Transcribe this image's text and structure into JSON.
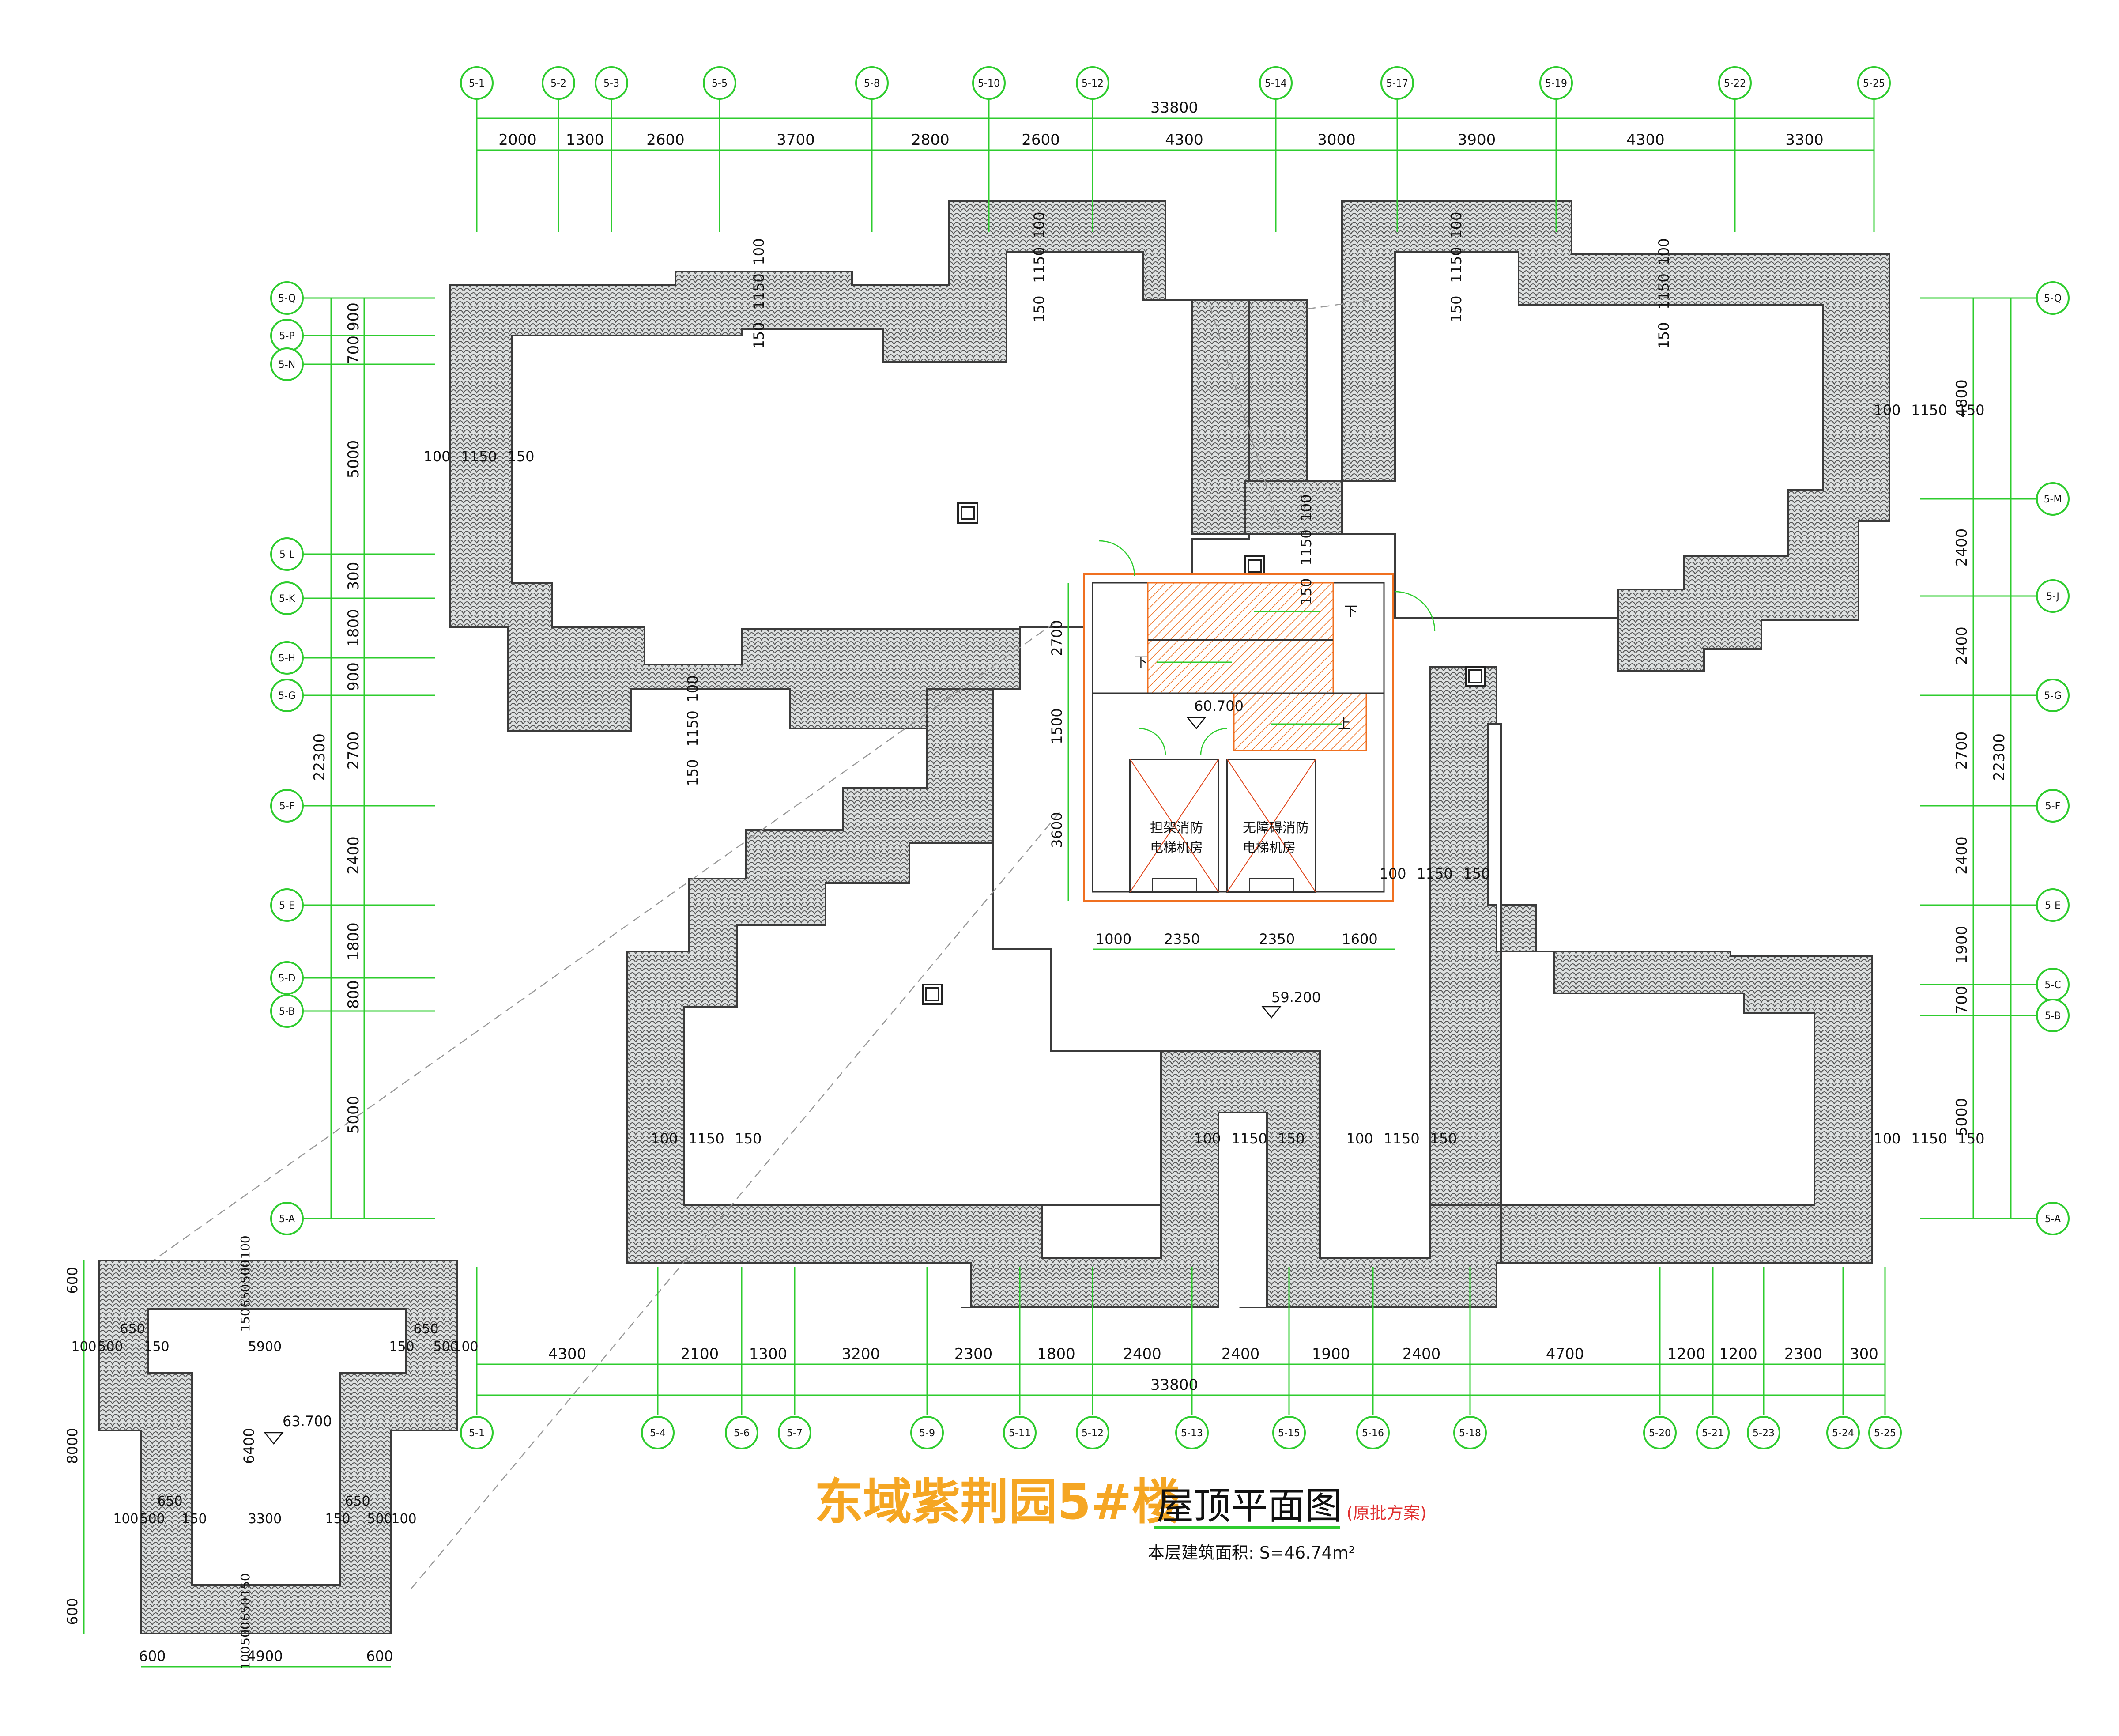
{
  "title": {
    "main": "东域紫荆园5#楼",
    "sub": "屋顶平面图",
    "note": "(原批方案)",
    "area": "本层建筑面积:   S=46.74m²"
  },
  "colors": {
    "axis": "#2ecc2e",
    "roof": "#4a4a4a",
    "roofFill": "#d9dcdc",
    "stair": "#f07020",
    "hatch": "#e0451a",
    "title": "#f5a623",
    "note": "#e03030",
    "ink": "#111111"
  },
  "gridTop": [
    "5-1",
    "5-2",
    "5-3",
    "5-5",
    "5-8",
    "5-10",
    "5-12",
    "5-14",
    "5-17",
    "5-19",
    "5-22",
    "5-25"
  ],
  "gridBottom": [
    "5-1",
    "5-4",
    "5-6",
    "5-7",
    "5-9",
    "5-11",
    "5-12",
    "5-13",
    "5-15",
    "5-16",
    "5-18",
    "5-20",
    "5-21",
    "5-23",
    "5-24",
    "5-25"
  ],
  "gridLeft": [
    "5-Q",
    "5-P",
    "5-N",
    "5-L",
    "5-K",
    "5-H",
    "5-G",
    "5-F",
    "5-E",
    "5-D",
    "5-B",
    "5-A"
  ],
  "gridRight": [
    "5-Q",
    "5-M",
    "5-J",
    "5-G",
    "5-F",
    "5-E",
    "5-C",
    "5-B",
    "5-A"
  ],
  "dimTop": {
    "total": "33800",
    "spans": [
      "2000",
      "1300",
      "2600",
      "3700",
      "2800",
      "2600",
      "4300",
      "3000",
      "3900",
      "4300",
      "3300"
    ]
  },
  "dimBottom": {
    "total": "33800",
    "spans": [
      "4300",
      "2100",
      "1300",
      "3200",
      "2300",
      "1800",
      "2400",
      "2400",
      "1900",
      "2400",
      "4700",
      "1200",
      "1200",
      "2300",
      "300"
    ]
  },
  "dimLeft": {
    "total": "22300",
    "spans": [
      "900",
      "700",
      "5000",
      "300",
      "1800",
      "900",
      "2700",
      "2400",
      "1800",
      "800",
      "5000"
    ]
  },
  "dimRight": {
    "total": "22300",
    "spans": [
      "4800",
      "2400",
      "2400",
      "2700",
      "2400",
      "1900",
      "700",
      "5000"
    ]
  },
  "eaveSet": [
    "100",
    "1150",
    "150"
  ],
  "stairDims": {
    "h": [
      "1000",
      "2350",
      "2350",
      "1600"
    ],
    "v": [
      "2700",
      "1500",
      "3600"
    ]
  },
  "stairLabels": {
    "down1": "下",
    "down2": "下",
    "up": "上"
  },
  "rooms": [
    {
      "line1": "担架消防",
      "line2": "电梯机房"
    },
    {
      "line1": "无障碍消防",
      "line2": "电梯机房"
    }
  ],
  "levels": [
    "60.700",
    "59.200",
    "63.700"
  ],
  "detail": {
    "left": [
      "600",
      "8000",
      "6400",
      "600"
    ],
    "bottom": [
      "600",
      "4900",
      "600"
    ],
    "row1": [
      "100",
      "500",
      "650",
      "150",
      "5900",
      "150",
      "650",
      "500",
      "100"
    ],
    "row2": [
      "100",
      "500",
      "650",
      "150",
      "3300",
      "150",
      "650",
      "500",
      "100"
    ],
    "vtop": [
      "100",
      "500",
      "650",
      "150"
    ],
    "vbot": [
      "150",
      "650",
      "500",
      "100"
    ]
  }
}
